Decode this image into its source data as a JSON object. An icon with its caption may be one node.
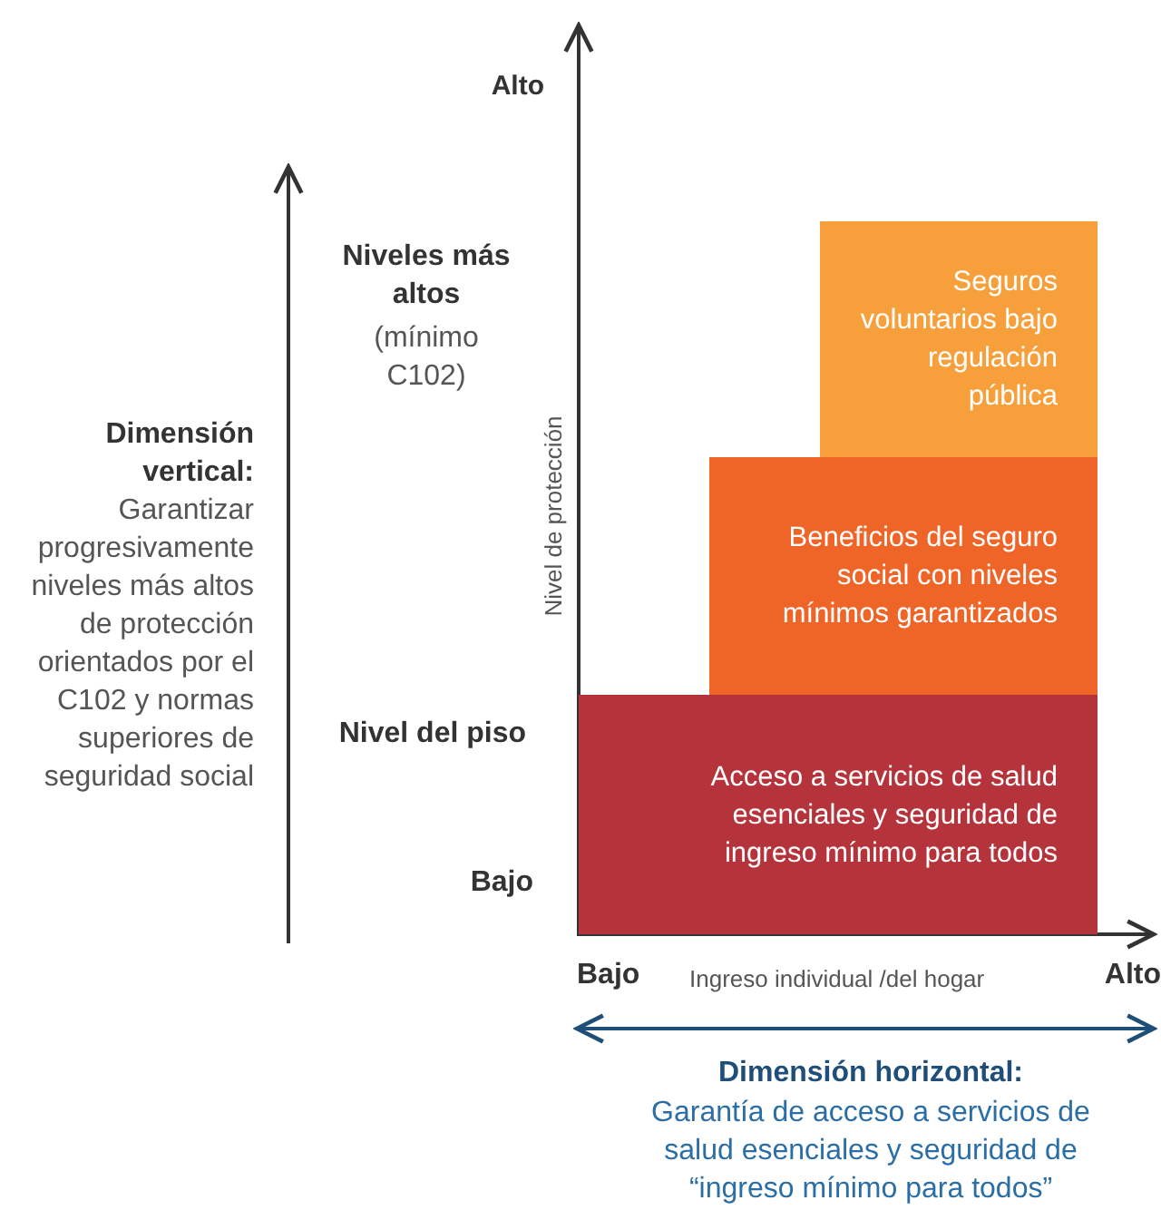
{
  "diagram": {
    "nodes": [
      {
        "text": [
          "Seguros voluntarios bajo regulación pública"
        ]
      },
      {
        "text": [
          "Beneficios del seguro social con niveles mínimos garantizados"
        ]
      },
      {
        "text": [
          "Acceso a servicios de salud esenciales y seguridad de ingreso mínimo para todos"
        ]
      }
    ],
    "labels": [
      "Alto",
      "Niveles más altos",
      "(mínimo C102)",
      "Dimensión vertical:",
      "Garantizar progresivamente niveles más altos de protección orientados por el C102 y normas superiores de seguridad social",
      "Nivel de protección",
      "Nivel del piso",
      "Bajo",
      "Bajo",
      "Ingreso individual /del hogar",
      "Alto",
      "Dimensión horizontal:",
      "Garantía de acceso a servicios de salud esenciales y seguridad de “ingreso mínimo para todos”"
    ]
  }
}
